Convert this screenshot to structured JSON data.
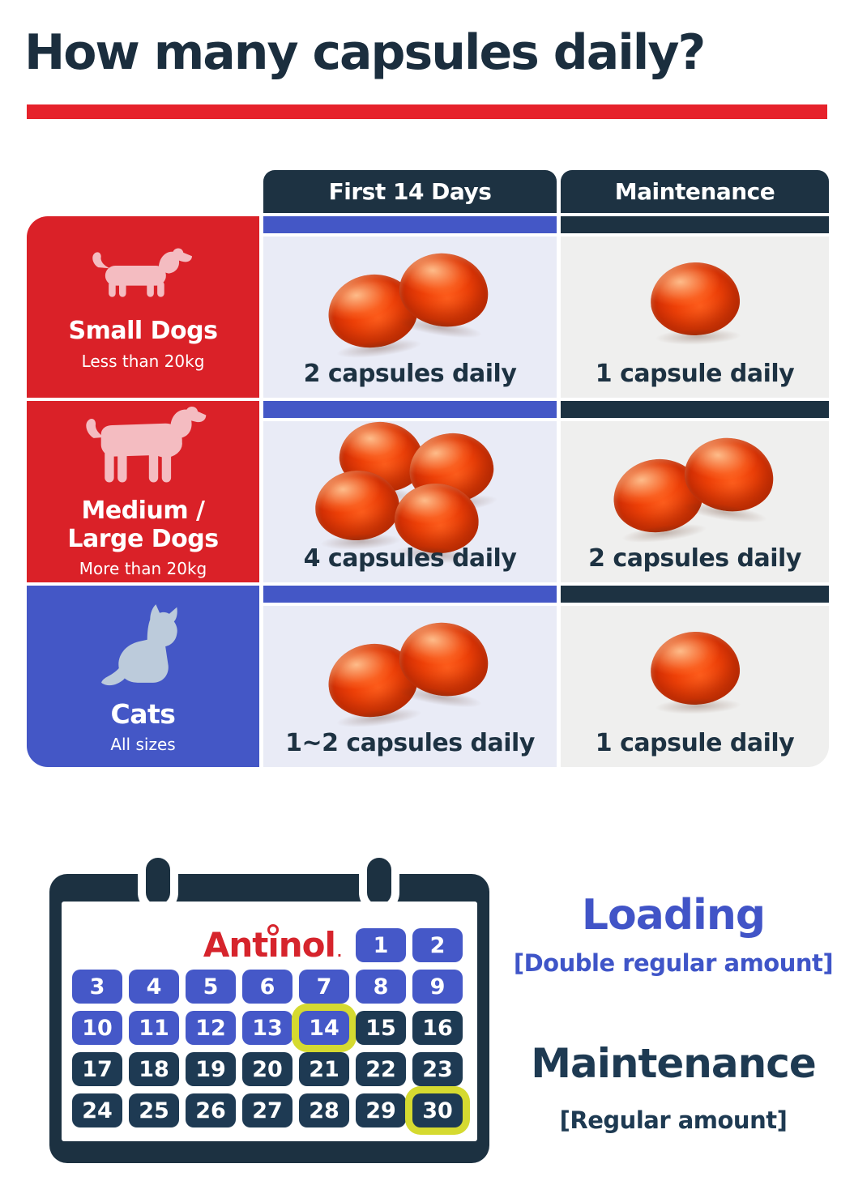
{
  "title": "How many capsules daily?",
  "colors": {
    "navy": "#1d3242",
    "red": "#da2128",
    "blue": "#4457c6",
    "loading_blue": "#4558c8",
    "maintenance_navy": "#1e3a53",
    "highlight_yellow": "#d5da30",
    "brand_red": "#d6242c",
    "first14_cell_bg": "#e9ebf6",
    "maintenance_cell_bg": "#efefee"
  },
  "table": {
    "columns": [
      "First 14 Days",
      "Maintenance"
    ],
    "rows": [
      {
        "category": {
          "name": "Small Dogs",
          "size": "Less than 20kg",
          "icon": "dachshund-icon"
        },
        "cells": [
          {
            "capsules_shown": 2,
            "label": "2 capsules daily"
          },
          {
            "capsules_shown": 1,
            "label": "1 capsule daily"
          }
        ]
      },
      {
        "category": {
          "name": "Medium / Large Dogs",
          "size": "More than 20kg",
          "icon": "large-dog-icon"
        },
        "cells": [
          {
            "capsules_shown": 4,
            "label": "4 capsules daily"
          },
          {
            "capsules_shown": 2,
            "label": "2 capsules daily"
          }
        ]
      },
      {
        "category": {
          "name": "Cats",
          "size": "All sizes",
          "icon": "cat-icon"
        },
        "cells": [
          {
            "capsules_shown": 2,
            "label": "1~2 capsules daily"
          },
          {
            "capsules_shown": 1,
            "label": "1 capsule daily"
          }
        ]
      }
    ]
  },
  "calendar": {
    "brand": "Antinol.",
    "brand_parts": {
      "pre": "Ant",
      "i": "ı",
      "post": "nol",
      "mark": "."
    },
    "days": [
      1,
      2,
      3,
      4,
      5,
      6,
      7,
      8,
      9,
      10,
      11,
      12,
      13,
      14,
      15,
      16,
      17,
      18,
      19,
      20,
      21,
      22,
      23,
      24,
      25,
      26,
      27,
      28,
      29,
      30
    ],
    "loading_days_end": 14,
    "highlighted_days": [
      14,
      30
    ]
  },
  "legend": {
    "loading_title": "Loading",
    "loading_sub": "[Double regular amount]",
    "maintenance_title": "Maintenance",
    "maintenance_sub": "[Regular amount]"
  }
}
